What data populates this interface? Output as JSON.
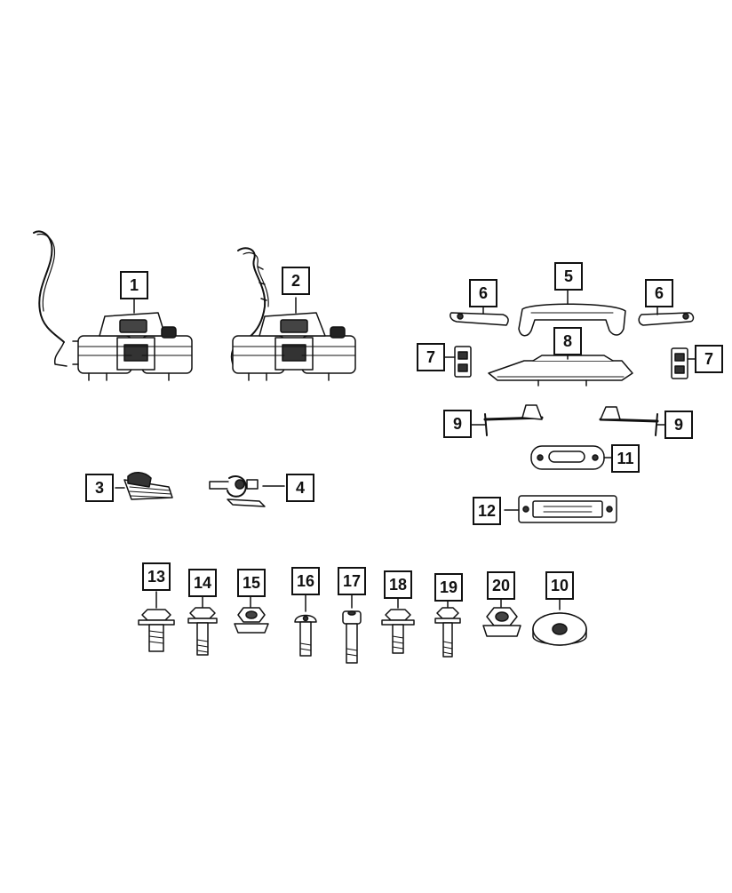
{
  "callouts": {
    "c1": "1",
    "c2": "2",
    "c3": "3",
    "c4": "4",
    "c5": "5",
    "c6a": "6",
    "c6b": "6",
    "c7a": "7",
    "c7b": "7",
    "c8": "8",
    "c9a": "9",
    "c9b": "9",
    "c11": "11",
    "c12": "12",
    "c13": "13",
    "c14": "14",
    "c15": "15",
    "c16": "16",
    "c17": "17",
    "c18": "18",
    "c19": "19",
    "c20": "20",
    "c10": "10"
  },
  "colors": {
    "line": "#111111",
    "fill": "#ffffff",
    "shade": "#444444"
  }
}
